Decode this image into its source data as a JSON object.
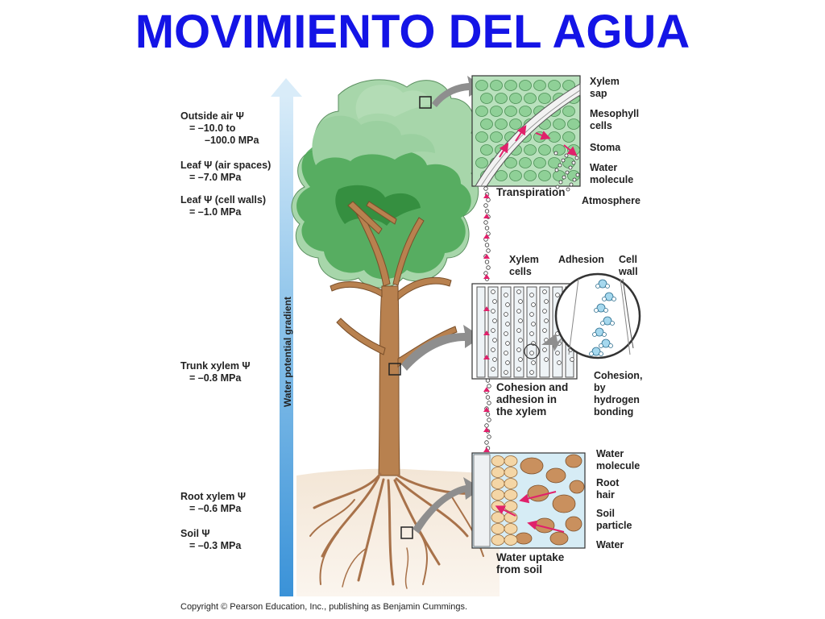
{
  "title": "MOVIMIENTO DEL AGUA",
  "gradient_label": "Water potential gradient",
  "potentials": {
    "outside_air": [
      "Outside air Ψ",
      "= –10.0 to",
      "–100.0 MPa"
    ],
    "leaf_air": [
      "Leaf Ψ (air spaces)",
      "= –7.0 MPa"
    ],
    "leaf_cell": [
      "Leaf Ψ (cell walls)",
      "= –1.0 MPa"
    ],
    "trunk": [
      "Trunk xylem Ψ",
      "= –0.8 MPa"
    ],
    "root": [
      "Root xylem Ψ",
      "= –0.6 MPa"
    ],
    "soil": [
      "Soil Ψ",
      "= –0.3 MPa"
    ]
  },
  "top_panel": {
    "xylem_sap": [
      "Xylem",
      "sap"
    ],
    "mesophyll": [
      "Mesophyll",
      "cells"
    ],
    "stoma": "Stoma",
    "water_molecule": [
      "Water",
      "molecule"
    ],
    "transpiration": "Transpiration",
    "atmosphere": "Atmosphere"
  },
  "middle_panel": {
    "xylem_cells": [
      "Xylem",
      "cells"
    ],
    "adhesion": "Adhesion",
    "cell_wall": [
      "Cell",
      "wall"
    ],
    "caption": [
      "Cohesion and",
      "adhesion in",
      "the xylem"
    ],
    "cohesion": [
      "Cohesion,",
      "by",
      "hydrogen",
      "bonding"
    ]
  },
  "bottom_panel": {
    "water_molecule": [
      "Water",
      "molecule"
    ],
    "root_hair": [
      "Root",
      "hair"
    ],
    "soil_particle": [
      "Soil",
      "particle"
    ],
    "water": "Water",
    "caption": [
      "Water uptake",
      "from soil"
    ]
  },
  "copyright": "Copyright © Pearson Education, Inc., publishing as Benjamin Cummings.",
  "colors": {
    "title": "#1414e6",
    "arrow": "#5aa8e0",
    "foliage_light": "#9fd0a3",
    "foliage_dark": "#3e9a48",
    "trunk": "#b7804f",
    "soil": "#f1e3d3",
    "transport_arrow": "#e0216b"
  }
}
